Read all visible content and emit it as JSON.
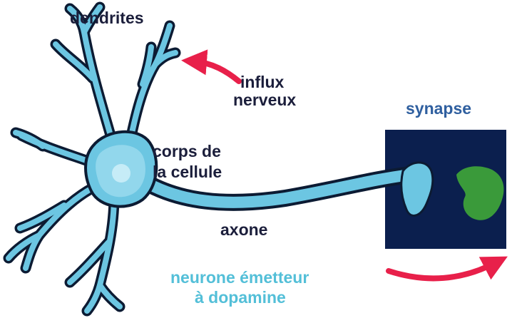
{
  "labels": {
    "dendrites": "dendrites",
    "influx_line1": "influx",
    "influx_line2": "nerveux",
    "synapse": "synapse",
    "corps_line1": "corps de",
    "corps_line2": "la cellule",
    "axone": "axone",
    "emetteur_line1": "neurone émetteur",
    "emetteur_line2": "à dopamine"
  },
  "colors": {
    "neuron_fill": "#6cc6e2",
    "neuron_outline": "#0c1b33",
    "soma_light": "#9fdcef",
    "nucleus": "#c6ecf7",
    "synapse_box": "#0b1f4e",
    "receptor": "#3a9a3a",
    "arrow": "#e8204a",
    "label_dark": "#1b1e3b",
    "label_blue": "#2f5f9f",
    "label_cyan": "#53bfd8"
  }
}
